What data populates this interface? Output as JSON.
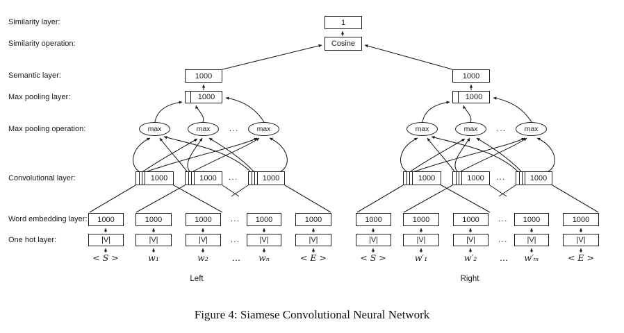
{
  "layer_labels": {
    "similarity": "Similarity layer:",
    "similarity_operation": "Similarity operation:",
    "semantic": "Semantic layer:",
    "max_pooling": "Max pooling layer:",
    "max_pooling_operation": "Max pooling operation:",
    "convolutional": "Convolutional layer:",
    "word_embedding": "Word embedding layer:",
    "one_hot": "One hot layer:"
  },
  "similarity": {
    "output": "1",
    "operation": "Cosine"
  },
  "left": {
    "label": "Left",
    "semantic": "1000",
    "max_pooling": "1000",
    "max_ops": [
      "max",
      "max",
      "max"
    ],
    "max_ops_ellipsis": "...",
    "conv": [
      "1000",
      "1000",
      "1000"
    ],
    "conv_ellipsis": "...",
    "embedding": [
      "1000",
      "1000",
      "1000",
      "1000",
      "1000"
    ],
    "embedding_ellipsis": "...",
    "one_hot": [
      "|V|",
      "|V|",
      "|V|",
      "|V|",
      "|V|"
    ],
    "one_hot_ellipsis": "...",
    "words": [
      "< S >",
      "w₁",
      "w₂",
      "...",
      "wₙ",
      "< E >"
    ]
  },
  "right": {
    "label": "Right",
    "semantic": "1000",
    "max_pooling": "1000",
    "max_ops": [
      "max",
      "max",
      "max"
    ],
    "max_ops_ellipsis": "...",
    "conv": [
      "1000",
      "1000",
      "1000"
    ],
    "conv_ellipsis": "...",
    "embedding": [
      "1000",
      "1000",
      "1000",
      "1000",
      "1000"
    ],
    "embedding_ellipsis": "...",
    "one_hot": [
      "|V|",
      "|V|",
      "|V|",
      "|V|",
      "|V|"
    ],
    "one_hot_ellipsis": "...",
    "words": [
      "< S >",
      "w′₁",
      "w′₂",
      "...",
      "w′ₘ",
      "< E >"
    ]
  },
  "caption": "Figure 4: Siamese Convolutional Neural Network"
}
